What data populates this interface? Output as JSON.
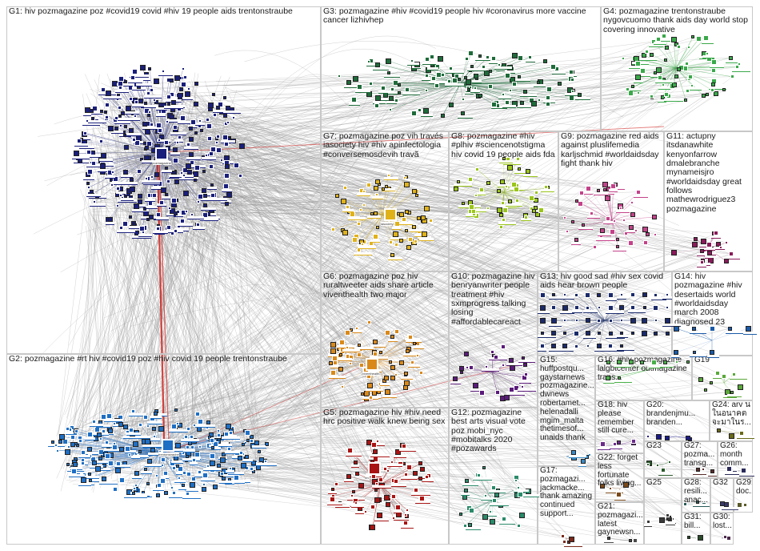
{
  "graph": {
    "background": "#ffffff",
    "edge_color": "#9a9a9a",
    "highlight_edge_color": "#d0251f",
    "groups": [
      {
        "id": "G1",
        "label": "G1: hiv pozmagazine poz #covid19 covid #hiv 19 people aids trentonstraube",
        "color": "#1a1f7a",
        "size": 12
      },
      {
        "id": "G2",
        "label": "G2: pozmagazine #rt hiv #covid19 poz #hiv covid 19 people trentonstraube",
        "color": "#1f6fc4",
        "size": 12
      },
      {
        "id": "G3",
        "label": "G3: pozmagazine #hiv #covid19 people hiv #coronavirus more vaccine cancer lizhivhep",
        "color": "#1e6b3a",
        "size": 12
      },
      {
        "id": "G4",
        "label": "G4: pozmagazine trentonstraube nygovcuomo thank aids day world stop covering innovative",
        "color": "#3aa84a",
        "size": 12
      },
      {
        "id": "G5",
        "label": "G5: pozmagazine hiv #hiv need hrc positive walk knew being sex",
        "color": "#a81414",
        "size": 12
      },
      {
        "id": "G6",
        "label": "G6: pozmagazine poz hiv ruraltweeter aids share article viventhealth two major",
        "color": "#d9891a",
        "size": 12
      },
      {
        "id": "G7",
        "label": "G7: pozmagazine poz vih través iasociety hiv #hiv apinfectologia #conversemosdevih travã",
        "color": "#e0b21a",
        "size": 12
      },
      {
        "id": "G8",
        "label": "G8: pozmagazine #hiv #plhiv #sciencenotstigma hiv covid 19 people aids fda",
        "color": "#9ac51a",
        "size": 12
      },
      {
        "id": "G9",
        "label": "G9: pozmagazine red aids against pluslifemedia karljschmid #worldaidsday fight thank hiv",
        "color": "#c4428a",
        "size": 12
      },
      {
        "id": "G10",
        "label": "G10: pozmagazine hiv benryanwriter people treatment #hiv sxmprogress talking losing #affordablecareact",
        "color": "#5a1a7a",
        "size": 12
      },
      {
        "id": "G11",
        "label": "G11: actupny itsdanawhite kenyonfarrow dmalebranche mynameisjro #worldaidsday great follows mathewrodriguez3 pozmagazine",
        "color": "#8a1a5a",
        "size": 12
      },
      {
        "id": "G12",
        "label": "G12: pozmagazine best arts visual vote poz mobi_nyc #mobitalks 2020 #pozawards",
        "color": "#2a8a6a",
        "size": 12
      },
      {
        "id": "G13",
        "label": "G13: hiv good sad #hiv sex covid aids hear brown people",
        "color": "#1a2a6a",
        "size": 12
      },
      {
        "id": "G14",
        "label": "G14: hiv pozmagazine #hiv desertaids world #worldaidsday march 2008 diagnosed 23",
        "color": "#1a5aa8",
        "size": 12
      },
      {
        "id": "G15",
        "label": "G15: huffpostqu... gaystarnews pozmagazine... dwnews robertamet... helenadalli mgim_malta thetimesof... unaids thank",
        "color": "#3a8ac4",
        "size": 12
      },
      {
        "id": "G16",
        "label": "G16: #hiv pozmagazine lalgbtcenter outmagazine trans...",
        "color": "#4ab04a",
        "size": 12
      },
      {
        "id": "G17",
        "label": "G17: pozmagazi... jackmacke... thank amazing continued support...",
        "color": "#7a2a1a",
        "size": 12
      },
      {
        "id": "G18",
        "label": "G18: hiv please remember still cure...",
        "color": "#6a2a8a",
        "size": 12
      },
      {
        "id": "G19",
        "label": "G19",
        "color": "#5aa83a",
        "size": 12
      },
      {
        "id": "G20",
        "label": "G20: brandenjmu... branden...",
        "color": "#1a1a8a",
        "size": 12
      },
      {
        "id": "G21",
        "label": "G21: pozmagazi... latest gaynewsn...",
        "color": "#4a4a4a",
        "size": 12
      },
      {
        "id": "G22",
        "label": "G22: forget less fortunate folks living...",
        "color": "#7a4a1a",
        "size": 12
      },
      {
        "id": "G23",
        "label": "G23",
        "color": "#2a5a2a",
        "size": 12
      },
      {
        "id": "G24",
        "label": "G24: arv น ในอนาคต จะมาในร...",
        "color": "#6a6a1a",
        "size": 12
      },
      {
        "id": "G25",
        "label": "G25",
        "color": "#3a3a3a",
        "size": 12
      },
      {
        "id": "G26",
        "label": "G26: month comm...",
        "color": "#2a2a5a",
        "size": 12
      },
      {
        "id": "G27",
        "label": "G27: pozma... transg...",
        "color": "#5a2a2a",
        "size": 12
      },
      {
        "id": "G28",
        "label": "G28: resili... anac...",
        "color": "#2a5a5a",
        "size": 12
      },
      {
        "id": "G29",
        "label": "G29: doc...",
        "color": "#5a5a2a",
        "size": 12
      },
      {
        "id": "G30",
        "label": "G30: lost...",
        "color": "#4a2a4a",
        "size": 12
      },
      {
        "id": "G31",
        "label": "G31: bill...",
        "color": "#2a4a2a",
        "size": 12
      },
      {
        "id": "G32",
        "label": "G32",
        "color": "#3a3a6a",
        "size": 12
      }
    ],
    "hub_labels": [
      {
        "group": "G1",
        "text": "pozmagazine"
      },
      {
        "group": "G2",
        "text": "trentonstraube"
      },
      {
        "group": "G5",
        "text": "hrc"
      },
      {
        "group": "G6",
        "text": "viventhealth"
      },
      {
        "group": "G7",
        "text": "iasociety"
      }
    ]
  }
}
